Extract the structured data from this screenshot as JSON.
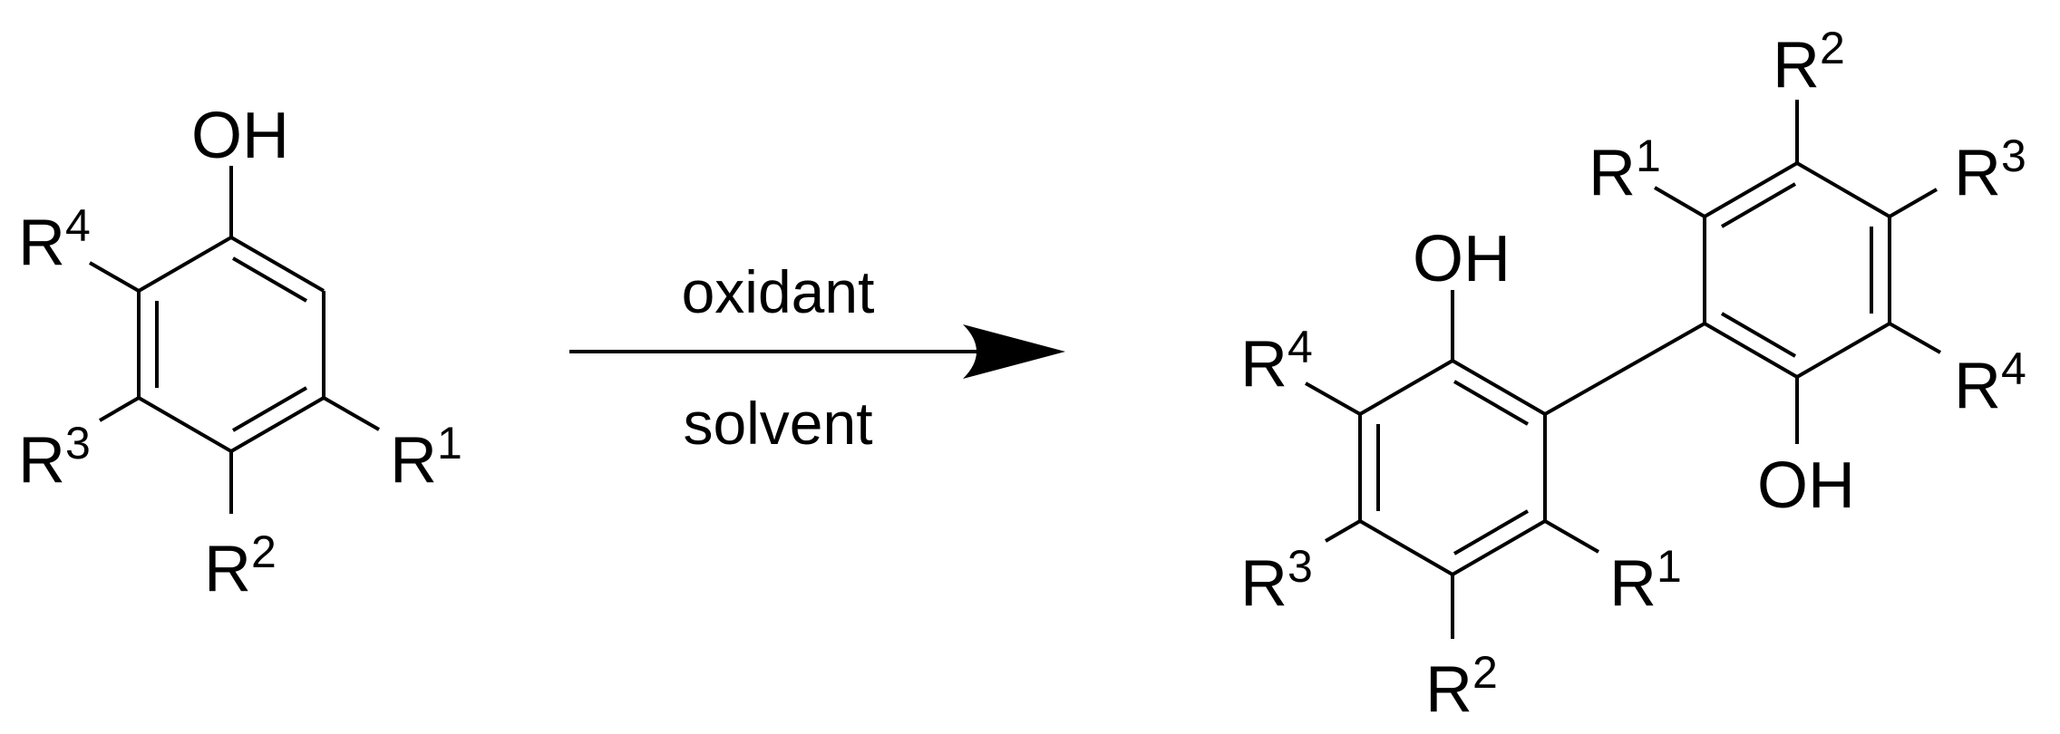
{
  "reactant": {
    "oh": "OH",
    "r1": {
      "base": "R",
      "sup": "1"
    },
    "r2": {
      "base": "R",
      "sup": "2"
    },
    "r3": {
      "base": "R",
      "sup": "3"
    },
    "r4": {
      "base": "R",
      "sup": "4"
    }
  },
  "arrow": {
    "above": "oxidant",
    "below": "solvent"
  },
  "product": {
    "left_ring": {
      "oh": "OH",
      "r1": {
        "base": "R",
        "sup": "1"
      },
      "r2": {
        "base": "R",
        "sup": "2"
      },
      "r3": {
        "base": "R",
        "sup": "3"
      },
      "r4": {
        "base": "R",
        "sup": "4"
      }
    },
    "right_ring": {
      "oh": "OH",
      "r1": {
        "base": "R",
        "sup": "1"
      },
      "r2": {
        "base": "R",
        "sup": "2"
      },
      "r3": {
        "base": "R",
        "sup": "3"
      },
      "r4": {
        "base": "R",
        "sup": "4"
      }
    }
  },
  "colors": {
    "ink": "#000000",
    "background": "#ffffff"
  }
}
